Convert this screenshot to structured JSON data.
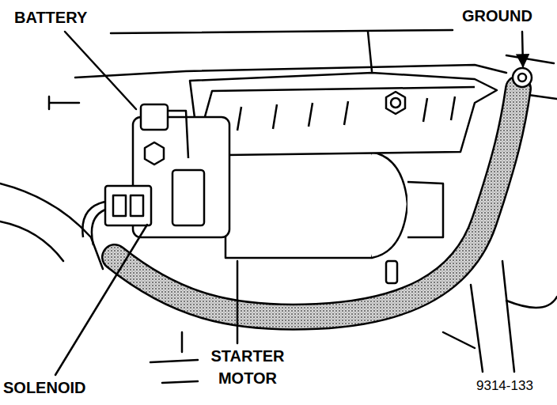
{
  "diagram": {
    "labels": [
      "BATTERY",
      "GROUND",
      "SOLENOID",
      "STARTER MOTOR",
      "9314-133"
    ]
  }
}
